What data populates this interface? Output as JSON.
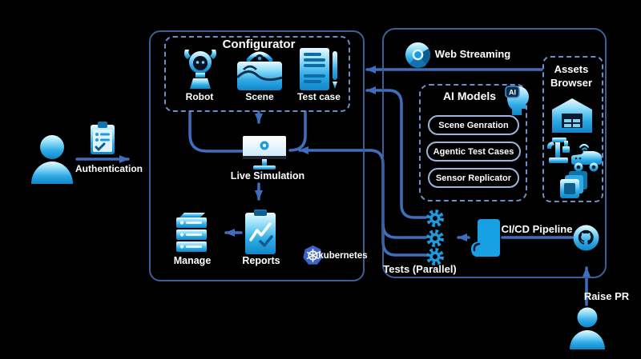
{
  "colors": {
    "accent": "#1e9be0",
    "line": "#3e6fbe",
    "border": "#3d5f95",
    "dash": "#6d8fc9",
    "k8s": "#3b63c9",
    "text": "#ffffff"
  },
  "auth": {
    "label": "Authentication"
  },
  "configurator": {
    "title": "Configurator",
    "items": [
      {
        "label": "Robot"
      },
      {
        "label": "Scene"
      },
      {
        "label": "Test case"
      }
    ]
  },
  "simulation": {
    "label": "Live Simulation"
  },
  "manage": {
    "label": "Manage"
  },
  "reports": {
    "label": "Reports"
  },
  "kubernetes": {
    "label": "kubernetes"
  },
  "web_streaming": {
    "label": "Web Streaming"
  },
  "ai_models": {
    "title": "AI Models",
    "badge_label": "AI",
    "items": [
      "Scene Genration",
      "Agentic Test Cases",
      "Sensor Replicator"
    ]
  },
  "assets_browser": {
    "title_line1": "Assets",
    "title_line2": "Browser"
  },
  "tests": {
    "label": "Tests (Parallel)"
  },
  "cicd": {
    "label": "CI/CD Pipeline"
  },
  "raise_pr": {
    "label": "Raise PR"
  }
}
